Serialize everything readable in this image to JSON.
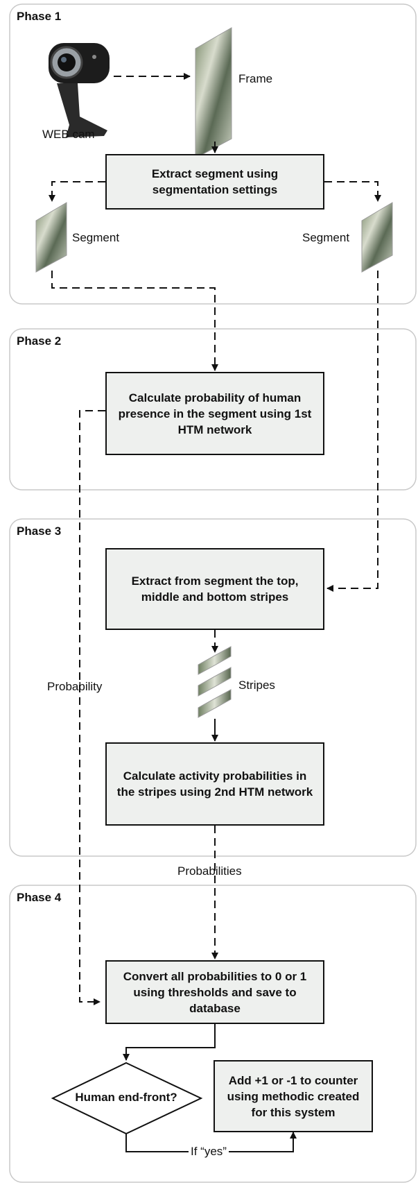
{
  "phases": [
    {
      "label": "Phase 1"
    },
    {
      "label": "Phase 2"
    },
    {
      "label": "Phase 3"
    },
    {
      "label": "Phase 4"
    }
  ],
  "nodes": {
    "webcam_label": "WEB cam",
    "frame_label": "Frame",
    "extract_segment": "Extract segment using segmentation settings",
    "segment_left_label": "Segment",
    "segment_right_label": "Segment",
    "calc_presence": "Calculate probability of human presence in the segment using 1st HTM network",
    "extract_stripes": "Extract from segment the top, middle and bottom stripes",
    "stripes_label": "Stripes",
    "probability_label": "Probability",
    "calc_activity": "Calculate activity probabilities in the stripes using 2nd HTM network",
    "probabilities_label": "Probabilities",
    "convert": "Convert all probabilities to 0 or 1 using thresholds and save to database",
    "decision": "Human end-front?",
    "counter": "Add +1 or -1 to counter using methodic created for this system",
    "if_yes_label": "If “yes”"
  },
  "colors": {
    "box_fill": "#eef0ee",
    "phase_border": "#c8c8c8",
    "line": "#111111"
  }
}
